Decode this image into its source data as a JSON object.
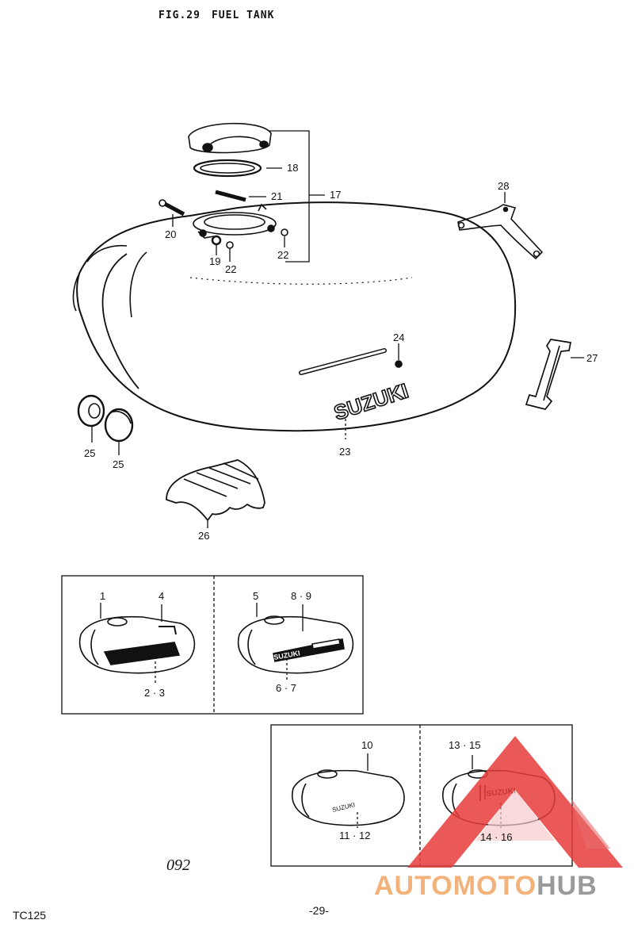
{
  "header": {
    "fig": "FIG.29",
    "title": "FUEL TANK"
  },
  "callouts": {
    "c1": "1",
    "c4": "4",
    "c23a": "2 · 3",
    "c5": "5",
    "c89": "8 · 9",
    "c67": "6 · 7",
    "c10": "10",
    "c1112": "11 · 12",
    "c1315": "13 · 15",
    "c1416": "14 · 16",
    "c17": "17",
    "c18": "18",
    "c19": "19",
    "c20": "20",
    "c21": "21",
    "c22a": "22",
    "c22b": "22",
    "c23": "23",
    "c24": "24",
    "c25a": "25",
    "c25b": "25",
    "c26": "26",
    "c27": "27",
    "c28": "28"
  },
  "brand": {
    "tank_logo": "SUZUKI",
    "mini_logo": "SUZUKI"
  },
  "footer": {
    "model": "TC125",
    "page": "-29-",
    "code": "092"
  },
  "watermark": {
    "part1": "AUTOMOTO",
    "part2": "HUB",
    "color_red": "#e83b3b",
    "color_orange": "#f2b27a",
    "color_gray": "#9a9a9a"
  }
}
